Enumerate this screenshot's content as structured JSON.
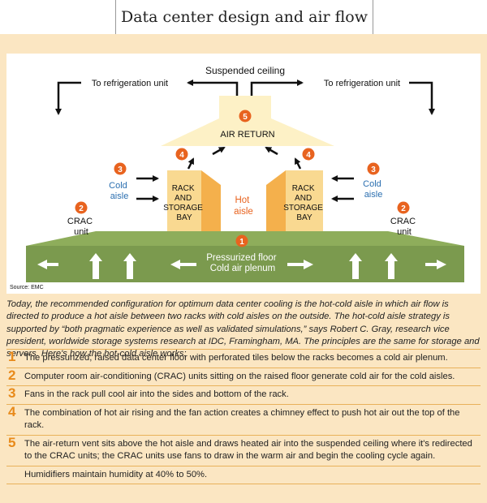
{
  "title": "Data center design and air flow",
  "diagram": {
    "suspended_ceiling": "Suspended ceiling",
    "to_refrigeration_left": "To refrigeration unit",
    "to_refrigeration_right": "To refrigeration unit",
    "air_return": "AIR RETURN",
    "cold_aisle_left": [
      "Cold",
      "aisle"
    ],
    "cold_aisle_right": [
      "Cold",
      "aisle"
    ],
    "crac_left": [
      "CRAC",
      "unit"
    ],
    "crac_right": [
      "CRAC",
      "unit"
    ],
    "rack_left": [
      "RACK",
      "AND",
      "STORAGE",
      "BAY"
    ],
    "rack_right": [
      "RACK",
      "AND",
      "STORAGE",
      "BAY"
    ],
    "hot_aisle": [
      "Hot",
      "aisle"
    ],
    "floor": [
      "Pressurized floor",
      "Cold air plenum"
    ],
    "source": "Source: EMC",
    "markers": [
      "1",
      "2",
      "3",
      "4",
      "5"
    ],
    "colors": {
      "marker": "#e8631f",
      "floor": "#7b9a4e",
      "rack_front": "#f9d991",
      "rack_side": "#f4b04c",
      "air_return": "#fdf1c6"
    }
  },
  "intro": "Today, the recommended configuration for optimum data center cooling is the hot-cold aisle in which air flow is directed to produce a hot aisle between two racks with cold aisles on the outside. The hot-cold aisle strategy is supported by “both pragmatic experience as well as validated simulations,” says Robert C. Gray, research vice president, worldwide storage systems research at IDC, Framingham, MA. The principles are the same for storage and servers. Here's how the hot-cold aisle works:",
  "steps": [
    {
      "num": "1",
      "text": "The pressurized, raised data center floor with perforated tiles below the racks becomes a cold air plenum."
    },
    {
      "num": "2",
      "text": "Computer room air-conditioning (CRAC) units sitting on the raised floor generate cold air for the cold aisles."
    },
    {
      "num": "3",
      "text": "Fans in the rack pull cool air into the sides and bottom of the rack."
    },
    {
      "num": "4",
      "text": "The combination of hot air rising and the fan action creates a chimney effect to push hot air out the top of the rack."
    },
    {
      "num": "5",
      "text": "The air-return vent sits above the hot aisle and draws heated air into the suspended ceiling where it's redirected to the CRAC units; the CRAC units use fans to draw in the warm air and begin the cooling cycle again."
    },
    {
      "num": "",
      "text": "Humidifiers maintain humidity at 40% to 50%."
    }
  ]
}
